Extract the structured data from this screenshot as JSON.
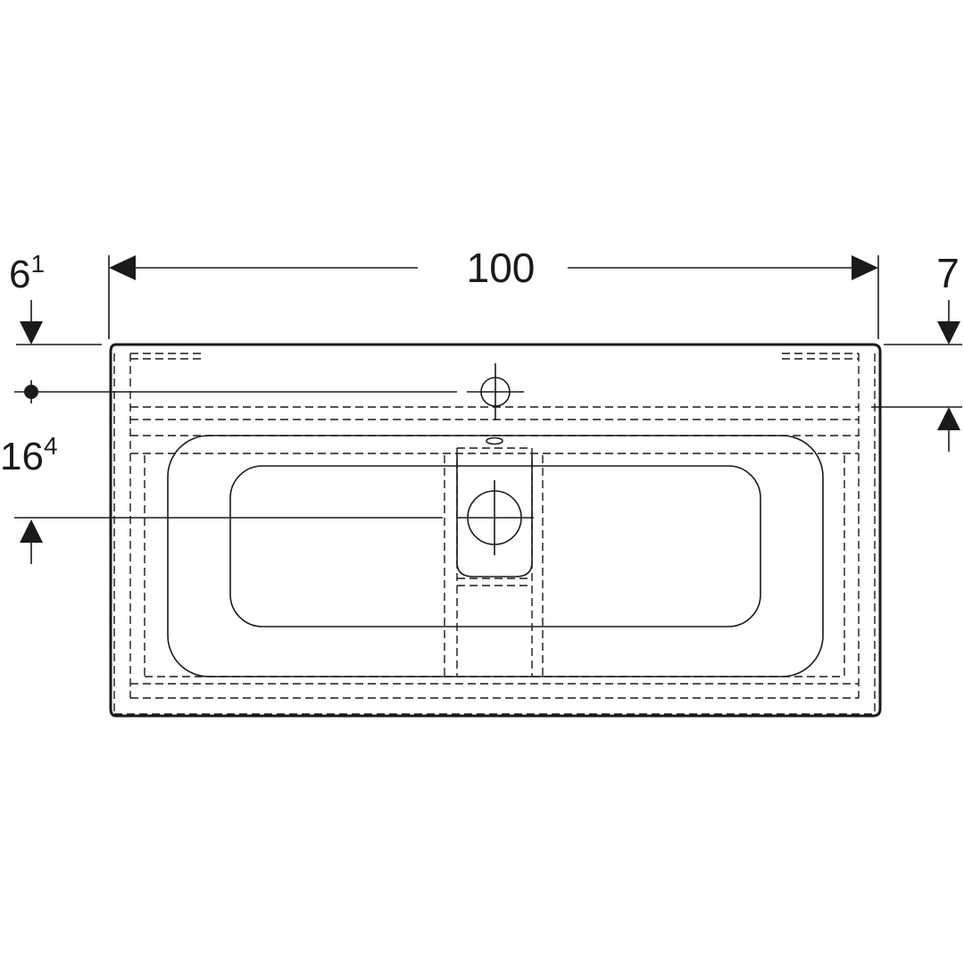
{
  "dimensions": {
    "width_total": "100",
    "top_left_offset": {
      "main": "6",
      "sup": "1"
    },
    "tap_hole_offset": {
      "main": "16",
      "sup": "4"
    },
    "top_right_offset": "7"
  }
}
